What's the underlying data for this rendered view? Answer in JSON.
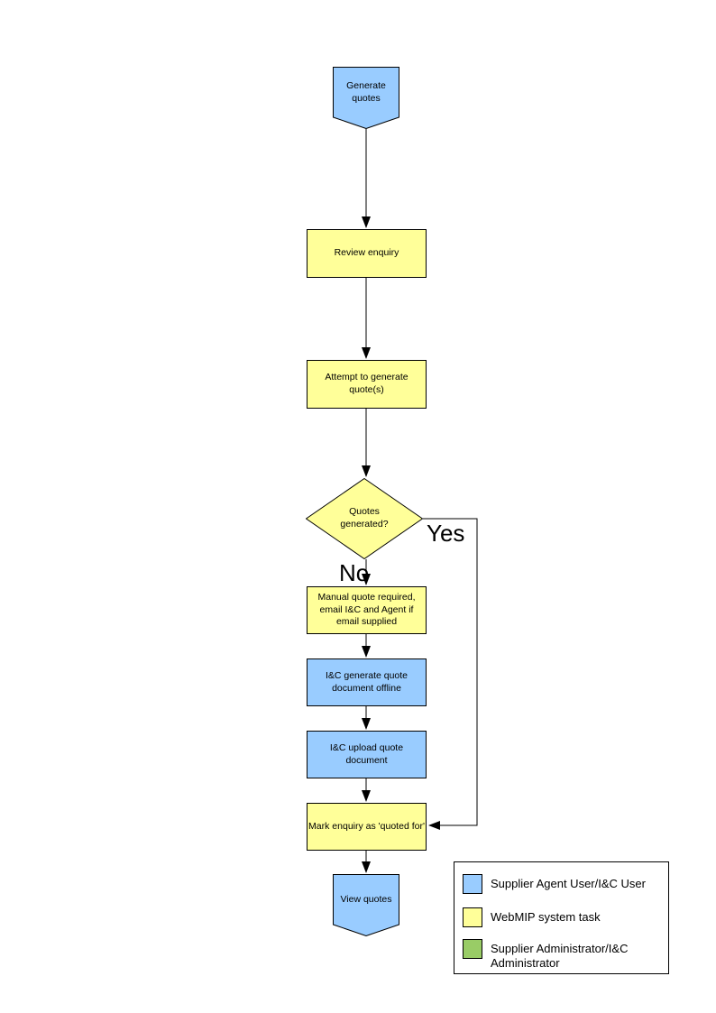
{
  "colors": {
    "blue": "#99CCFF",
    "yellow": "#FFFF99",
    "green": "#99CC66",
    "line": "#000000"
  },
  "nodes": {
    "start": {
      "label": "Generate quotes",
      "type": "pentagon",
      "fill": "blue"
    },
    "review": {
      "label": "Review enquiry",
      "type": "process",
      "fill": "yellow"
    },
    "attempt": {
      "label": "Attempt to generate quote(s)",
      "type": "process",
      "fill": "yellow"
    },
    "decision": {
      "label": "Quotes generated?",
      "type": "decision",
      "fill": "yellow"
    },
    "manual": {
      "label": "Manual quote required, email I&C and Agent if email supplied",
      "type": "process",
      "fill": "yellow"
    },
    "offline": {
      "label": "I&C generate quote document offline",
      "type": "process",
      "fill": "blue"
    },
    "upload": {
      "label": "I&C upload quote document",
      "type": "process",
      "fill": "blue"
    },
    "mark": {
      "label": "Mark enquiry as 'quoted for'",
      "type": "process",
      "fill": "yellow"
    },
    "end": {
      "label": "View quotes",
      "type": "pentagon",
      "fill": "blue"
    }
  },
  "branch_labels": {
    "yes": "Yes",
    "no": "No"
  },
  "legend": {
    "items": [
      {
        "swatch": "blue",
        "label": "Supplier Agent User/I&C User"
      },
      {
        "swatch": "yellow",
        "label": "WebMIP system task"
      },
      {
        "swatch": "green",
        "label": "Supplier Administrator/I&C Administrator"
      }
    ]
  }
}
